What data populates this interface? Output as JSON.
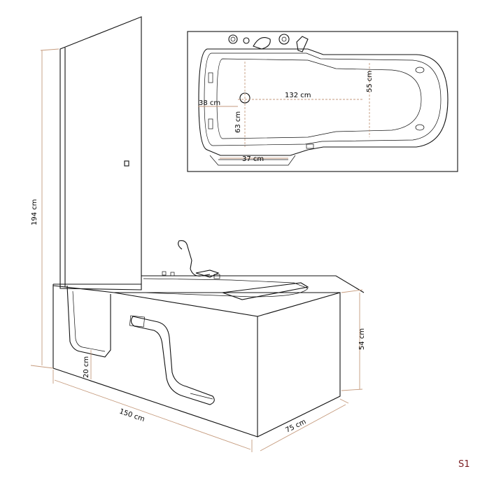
{
  "dimensions": {
    "overall_height": "194 cm",
    "overall_length": "150 cm",
    "overall_depth": "75 cm",
    "tub_height": "54 cm",
    "step_height": "20 cm",
    "inner_length": "132 cm",
    "inner_width": "55 cm",
    "seat_width": "38 cm",
    "seat_depth": "63 cm",
    "door_width": "37 cm"
  },
  "model_code": "S1",
  "colors": {
    "dimension_line": "#c59a7c",
    "outline": "#111111",
    "model_code": "#7a1d22"
  }
}
